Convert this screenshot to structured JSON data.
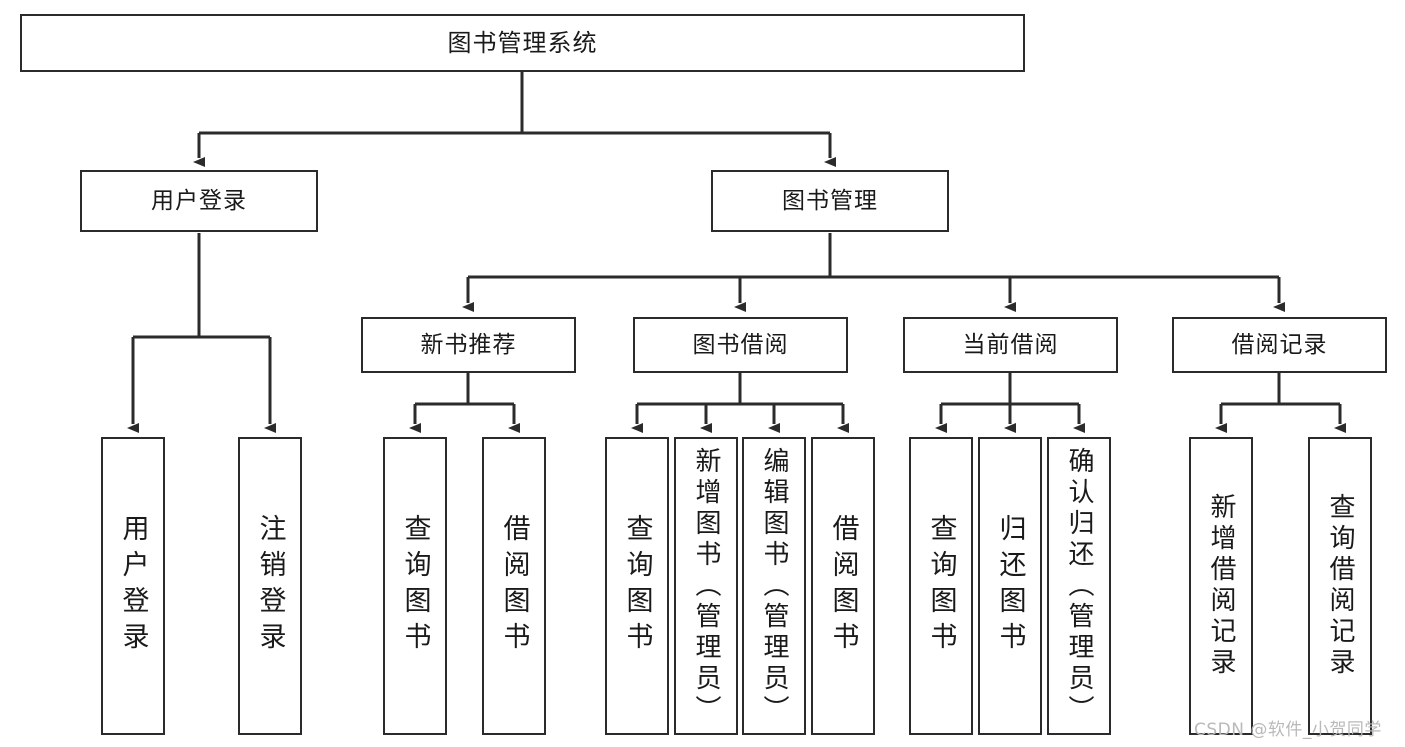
{
  "diagram": {
    "title": "图书管理系统",
    "root": {
      "label": "图书管理系统"
    },
    "level1": [
      {
        "label": "用户登录"
      },
      {
        "label": "图书管理"
      }
    ],
    "level2": [
      {
        "label": "新书推荐"
      },
      {
        "label": "图书借阅"
      },
      {
        "label": "当前借阅"
      },
      {
        "label": "借阅记录"
      }
    ],
    "leaves": {
      "user_login": [
        {
          "label": "用户登录"
        },
        {
          "label": "注销登录"
        }
      ],
      "new_book_recommend": [
        {
          "label": "查询图书"
        },
        {
          "label": "借阅图书"
        }
      ],
      "book_borrow": [
        {
          "label": "查询图书"
        },
        {
          "label": "新增图书（管理员）"
        },
        {
          "label": "编辑图书（管理员）"
        },
        {
          "label": "借阅图书"
        }
      ],
      "current_borrow": [
        {
          "label": "查询图书"
        },
        {
          "label": "归还图书"
        },
        {
          "label": "确认归还（管理员）"
        }
      ],
      "borrow_records": [
        {
          "label": "新增借阅记录"
        },
        {
          "label": "查询借阅记录"
        }
      ]
    }
  },
  "watermark": {
    "text": "CSDN @软件_小贺同学"
  },
  "colors": {
    "stroke": "#2b2b2b",
    "background": "#ffffff",
    "text": "#1a1a1a",
    "watermark": "#b9b9b9"
  }
}
